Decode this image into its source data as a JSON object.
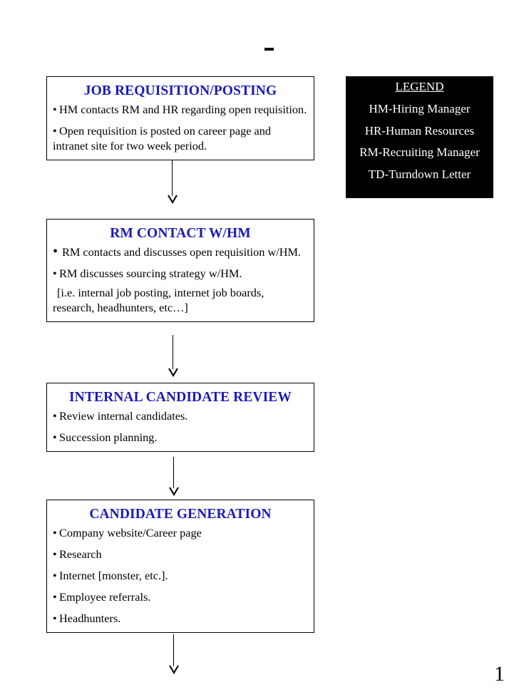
{
  "slide": {
    "page_number": "1",
    "title_dash": "–",
    "accent_color": "#1a1ab8",
    "legend_bg_color": "#000000",
    "legend_text_color": "#ffffff",
    "box_border_color": "#000000"
  },
  "boxes": [
    {
      "id": "job-requisition-posting",
      "title": "JOB REQUISITION/POSTING",
      "bullets": [
        "HM contacts RM and HR regarding open requisition.",
        "Open requisition is posted on career page and"
      ],
      "continuation": "intranet site for two week period."
    },
    {
      "id": "rm-contact-w-hm",
      "title": "RM CONTACT W/HM",
      "bullets": [
        "RM contacts and discusses open requisition w/HM.",
        "RM discusses sourcing strategy w/HM."
      ],
      "note_line1": "[i.e. internal job posting, internet job boards,",
      "note_line2": "research, headhunters, etc…]"
    },
    {
      "id": "internal-candidate-review",
      "title": "INTERNAL CANDIDATE REVIEW",
      "bullets": [
        "Review internal candidates.",
        "Succession planning."
      ]
    },
    {
      "id": "candidate-generation",
      "title": "CANDIDATE GENERATION",
      "bullets": [
        "Company website/Career page",
        "Research",
        "Internet [monster, etc.].",
        "Employee referrals.",
        "Headhunters."
      ]
    }
  ],
  "legend": {
    "title": "LEGEND",
    "items": [
      "HM-Hiring Manager",
      "HR-Human Resources",
      "RM-Recruiting Manager",
      "TD-Turndown Letter"
    ]
  },
  "connectors": [
    {
      "name": "arrow-job-to-rm",
      "from": "job-requisition-posting",
      "to": "rm-contact-w-hm"
    },
    {
      "name": "arrow-rm-to-icr",
      "from": "rm-contact-w-hm",
      "to": "internal-candidate-review"
    },
    {
      "name": "arrow-icr-to-cg",
      "from": "internal-candidate-review",
      "to": "candidate-generation"
    },
    {
      "name": "arrow-cg-to-next",
      "from": "candidate-generation",
      "to": "next-page"
    }
  ]
}
